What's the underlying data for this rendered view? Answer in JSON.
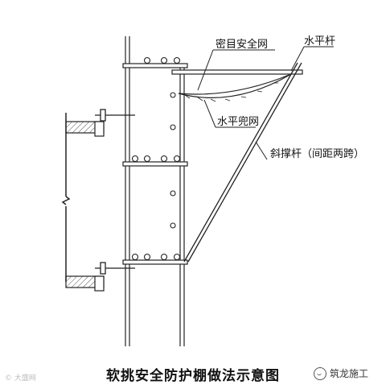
{
  "labels": {
    "dense_net": "密目安全网",
    "horizontal_bar": "水平杆",
    "horizontal_catch_net": "水平兜网",
    "diagonal_brace": "斜撑杆（间距两跨）"
  },
  "caption": "软挑安全防护棚做法示意图",
  "watermark_left": "© 大盛网",
  "watermark_right": "筑龙施工"
}
